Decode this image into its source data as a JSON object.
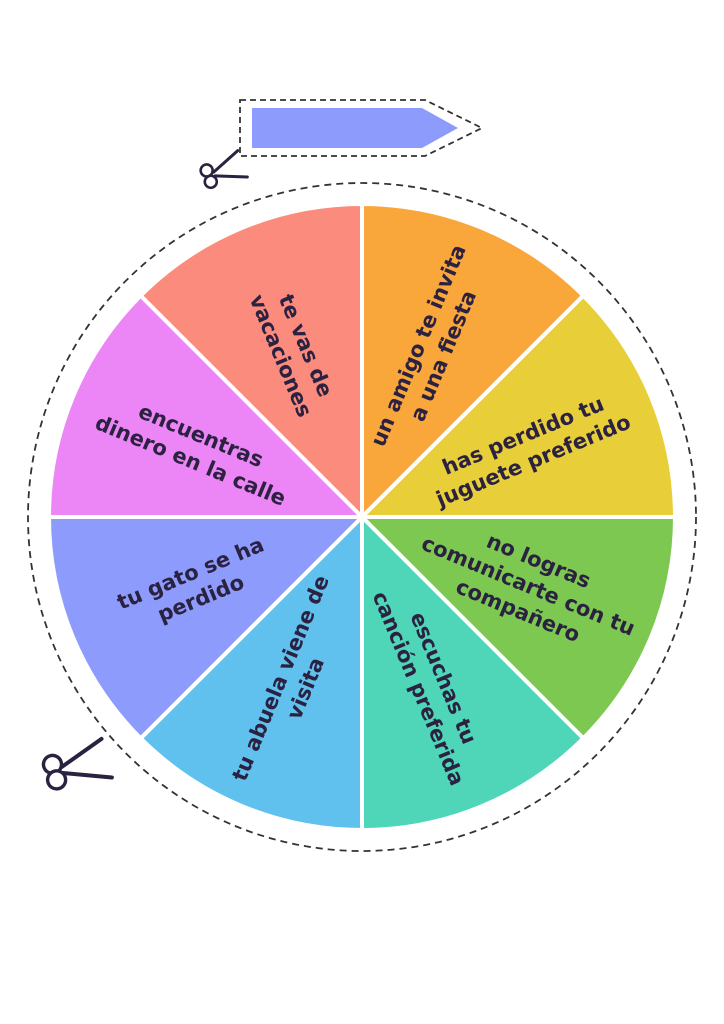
{
  "wheel": {
    "colors": {
      "background": "#ffffff",
      "text": "#2b2140",
      "cut_line": "#333333",
      "divider": "#ffffff"
    },
    "segments": [
      {
        "color": "#f9a63a",
        "lines": [
          "un amigo te invita",
          "a una fiesta"
        ]
      },
      {
        "color": "#e8cf3a",
        "lines": [
          "has perdido tu",
          "juguete preferido"
        ]
      },
      {
        "color": "#7cc850",
        "lines": [
          "no logras",
          "comunicarte con tu",
          "compañero"
        ]
      },
      {
        "color": "#4fd6b8",
        "lines": [
          "escuchas tu",
          "canción preferida"
        ]
      },
      {
        "color": "#60c1ef",
        "lines": [
          "tu abuela viene de",
          "visita"
        ]
      },
      {
        "color": "#8c9bfc",
        "lines": [
          "tu gato se ha",
          "perdido"
        ]
      },
      {
        "color": "#ec85f5",
        "lines": [
          "encuentras",
          "dinero en la calle"
        ]
      },
      {
        "color": "#fb8b7c",
        "lines": [
          "te vas de",
          "vacaciones"
        ]
      }
    ]
  },
  "pointer": {
    "color": "#8c9bfc"
  },
  "icons": {
    "scissors": "scissors-icon"
  }
}
